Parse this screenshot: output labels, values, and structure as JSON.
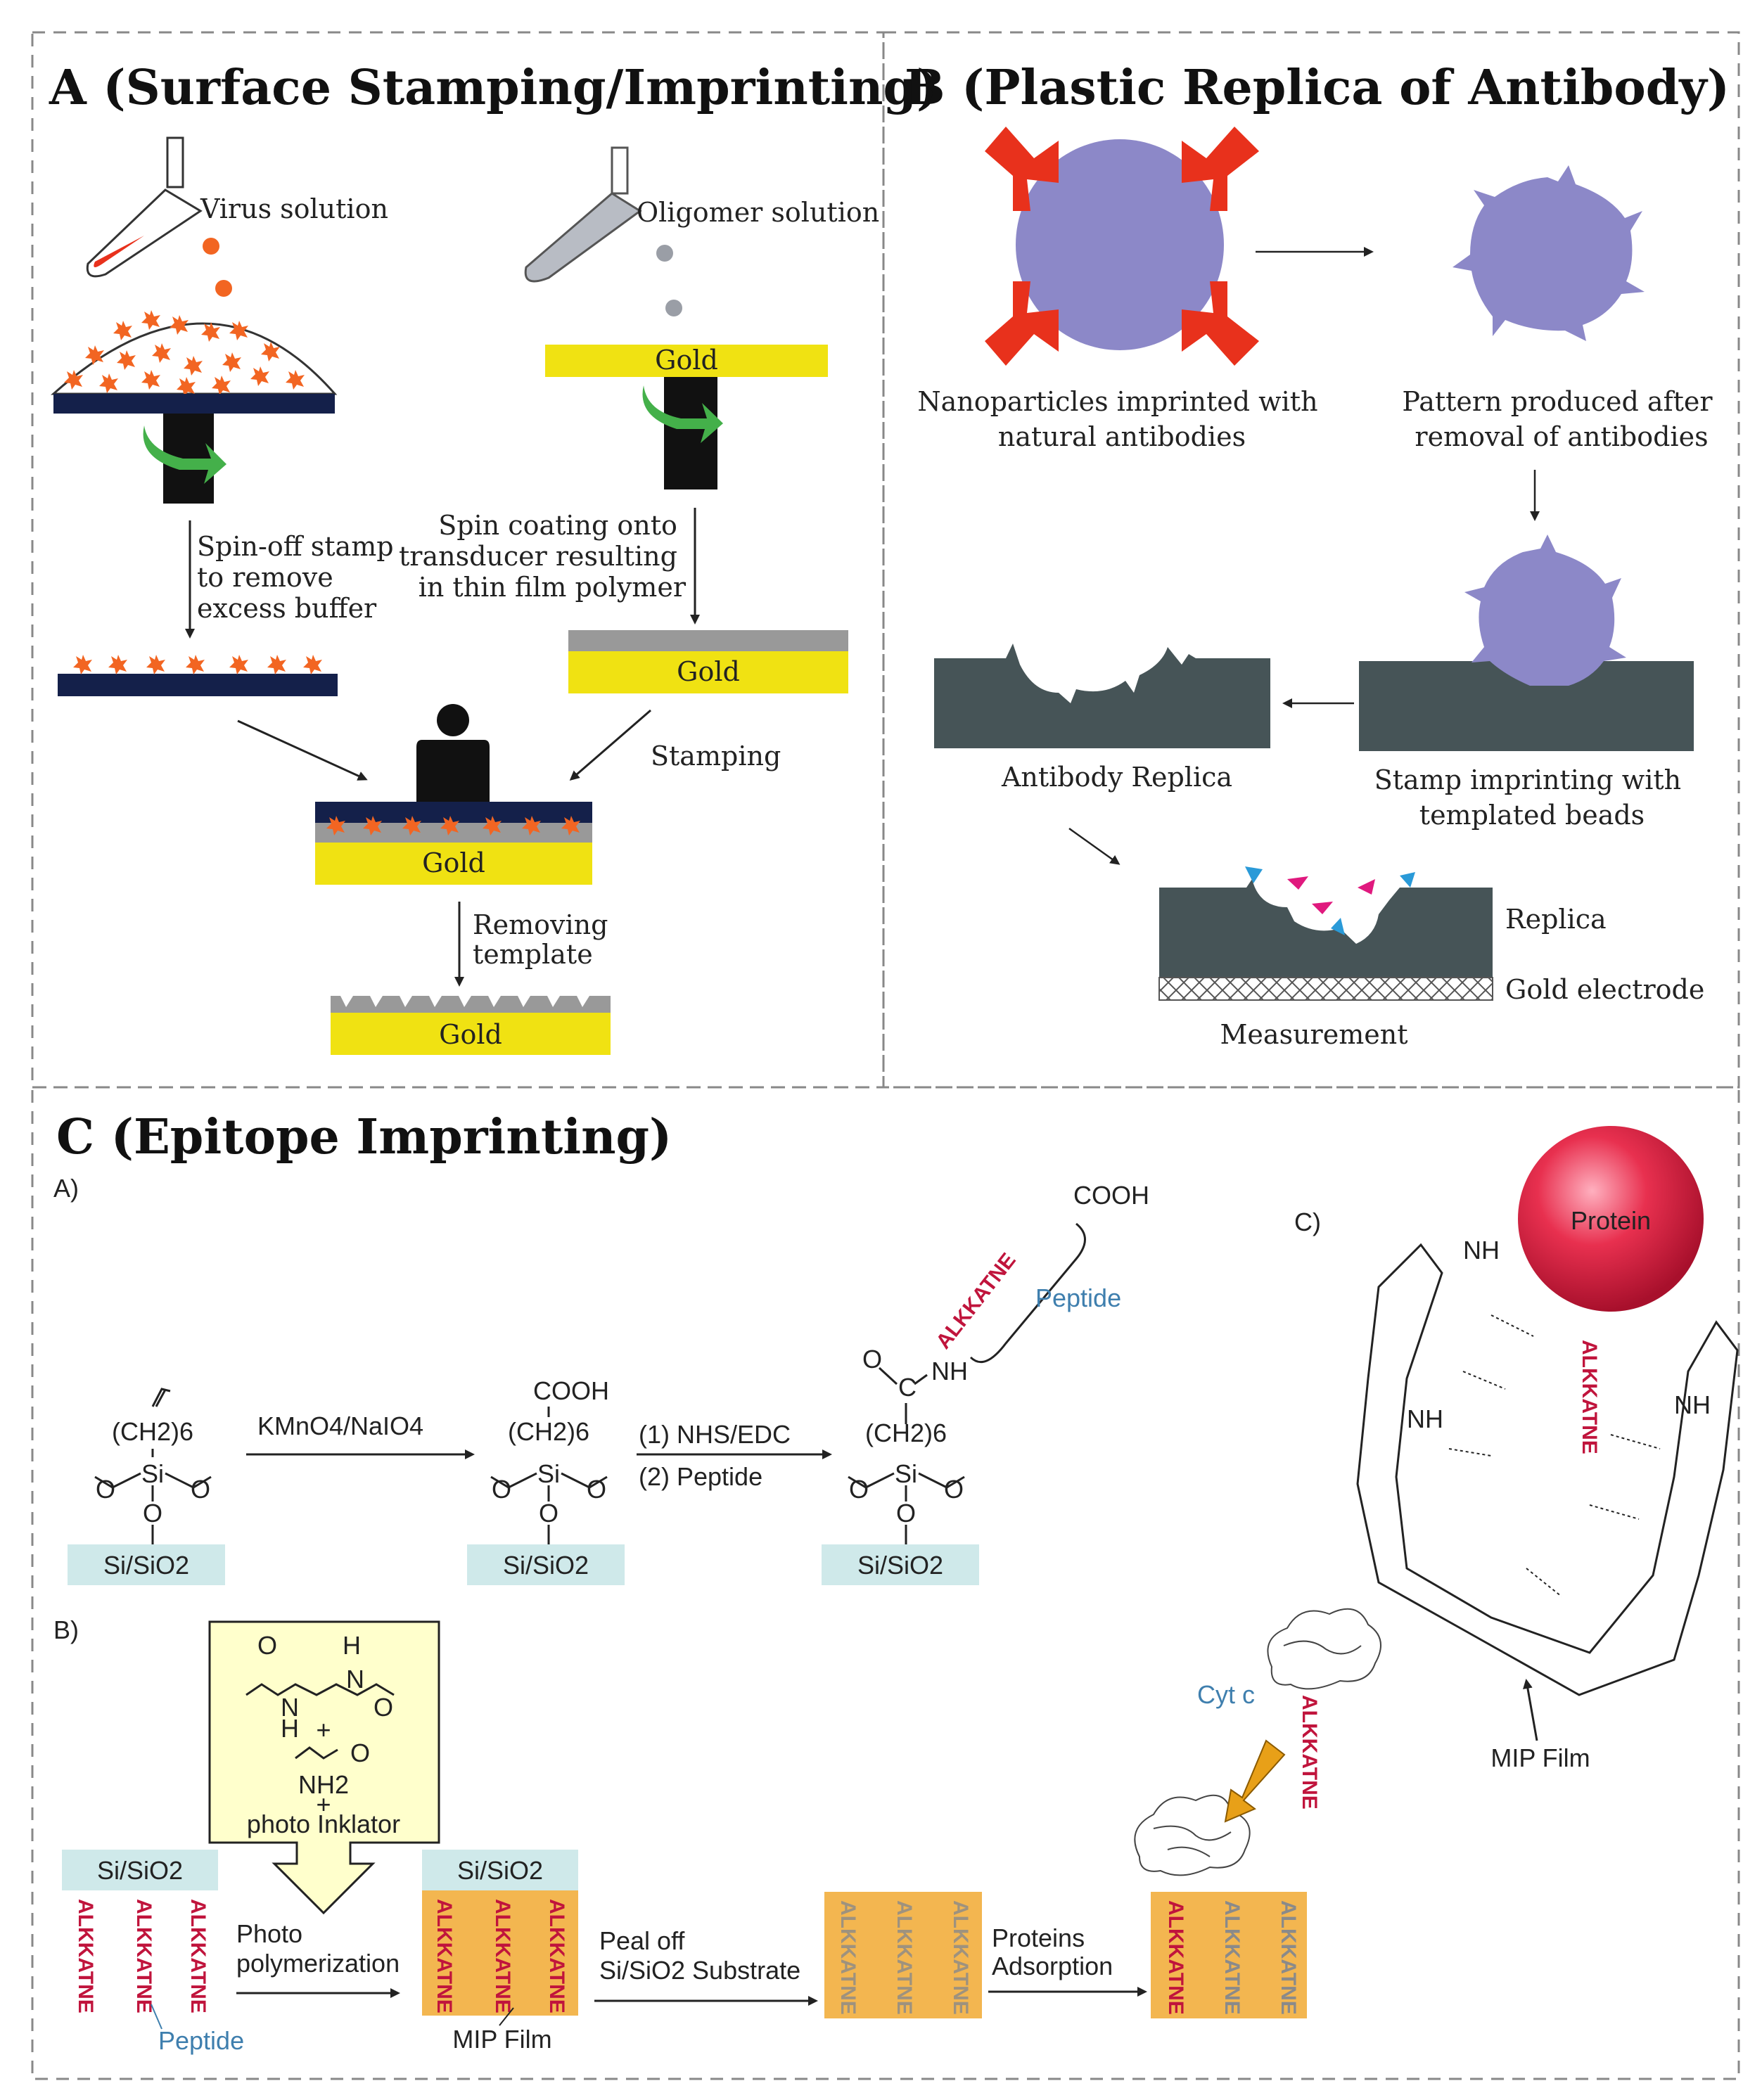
{
  "panel_a": {
    "title": "A (Surface Stamping/Imprinting)",
    "virus_solution": "Virus solution",
    "oligomer_solution": "Oligomer solution",
    "gold_label": "Gold",
    "spin_off": [
      "Spin-off stamp",
      "to remove",
      "excess buffer"
    ],
    "spin_coating": [
      "Spin coating onto",
      "transducer resulting",
      "in thin film polymer"
    ],
    "stamping": "Stamping",
    "removing": [
      "Removing",
      "template"
    ]
  },
  "panel_b": {
    "title": "B (Plastic Replica of Antibody)",
    "nanoparticles": [
      "Nanoparticles imprinted with",
      "natural antibodies"
    ],
    "pattern": [
      "Pattern produced after",
      "removal of antibodies"
    ],
    "antibody_replica": "Antibody Replica",
    "stamp_imprinting": [
      "Stamp imprinting with",
      "templated beads"
    ],
    "replica": "Replica",
    "gold_electrode": "Gold electrode",
    "measurement": "Measurement"
  },
  "panel_c": {
    "title": "C (Epitope Imprinting)",
    "sub_a": "A)",
    "sub_b": "B)",
    "sub_c": "C)",
    "substrate": "Si/SiO2",
    "ch2_6": "(CH2)6",
    "reagent_1": "KMnO4/NaIO4",
    "cooh": "COOH",
    "nhs_edc": "(1) NHS/EDC",
    "peptide_step": "(2) Peptide",
    "nh": "NH",
    "peptide_seq": "ALKKATNE",
    "peptide_label": "Peptide",
    "monomer_plus": "+",
    "nh2": "NH2",
    "photo_inklator": "photo Inklator",
    "photo_polymerization": [
      "Photo",
      "polymerization"
    ],
    "mip_film": "MIP Film",
    "peal_off": [
      "Peal off",
      "Si/SiO2 Substrate"
    ],
    "proteins_adsorption": [
      "Proteins",
      "Adsorption"
    ],
    "cyt_c": "Cyt c",
    "protein": "Protein",
    "mip_film_label": "MIP Film"
  },
  "colors": {
    "gold": "#f0e212",
    "navy": "#14204a",
    "star": "#f26522",
    "purple": "#8c88c8",
    "antibody_red": "#e8311c",
    "slate": "#465457",
    "green_arrow": "#44b04a",
    "peptide_red": "#c0143c",
    "mip_orange": "#f3b650",
    "substrate_blue": "#cfe9ea",
    "protein_red": "#e0193f",
    "chem_box": "#ffffcc"
  }
}
